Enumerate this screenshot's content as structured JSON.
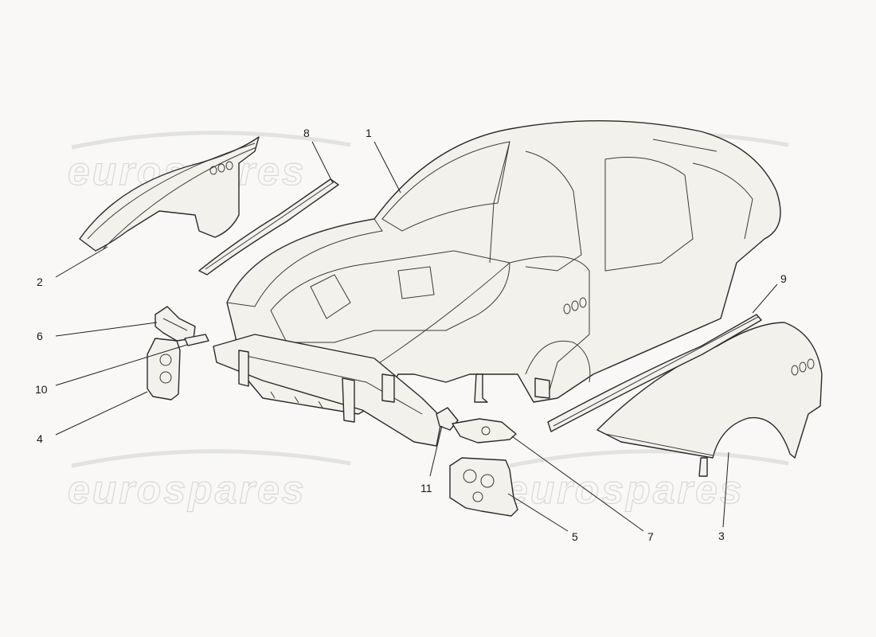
{
  "watermark": "eurospares",
  "callouts": [
    "1",
    "2",
    "3",
    "4",
    "5",
    "6",
    "7",
    "8",
    "9",
    "10",
    "11"
  ]
}
